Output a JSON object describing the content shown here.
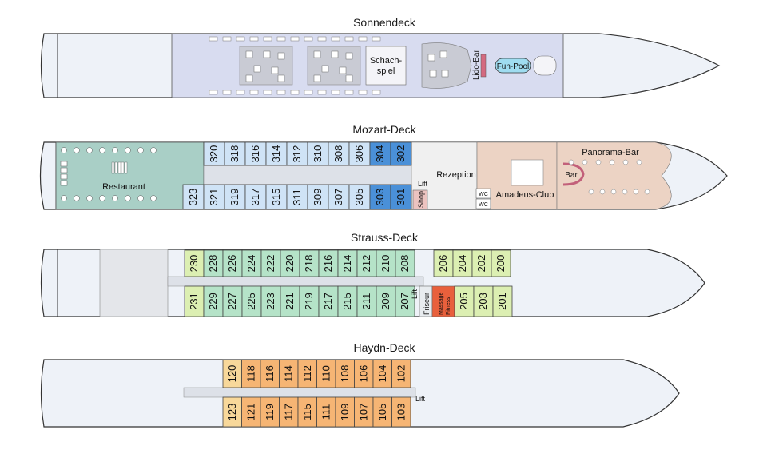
{
  "decks": {
    "sonnendeck": {
      "title": "Sonnendeck",
      "labels": {
        "schach": [
          "Schach-",
          "spiel"
        ],
        "lido_bar": "Lido-Bar",
        "fun_pool": "Fun-Pool"
      }
    },
    "mozart": {
      "title": "Mozart-Deck",
      "cabins_top": [
        "320",
        "318",
        "316",
        "314",
        "312",
        "310",
        "308",
        "306",
        "304",
        "302"
      ],
      "cabins_bottom": [
        "323",
        "321",
        "319",
        "317",
        "315",
        "311",
        "309",
        "307",
        "305",
        "303",
        "301"
      ],
      "labels": {
        "restaurant": "Restaurant",
        "rezeption": "Rezeption",
        "lift": "Lift",
        "shop": "Shop",
        "wc": "WC",
        "amadeus_club": "Amadeus-Club",
        "panorama_bar": "Panorama-Bar",
        "bar": "Bar"
      }
    },
    "strauss": {
      "title": "Strauss-Deck",
      "cabins_top": [
        "230",
        "228",
        "226",
        "224",
        "222",
        "220",
        "218",
        "216",
        "214",
        "212",
        "210",
        "208"
      ],
      "cabins_top_fwd": [
        "206",
        "204",
        "202",
        "200"
      ],
      "cabins_bottom": [
        "231",
        "229",
        "227",
        "225",
        "223",
        "221",
        "219",
        "217",
        "215",
        "211",
        "209",
        "207"
      ],
      "cabins_bottom_fwd": [
        "205",
        "203",
        "201"
      ],
      "labels": {
        "lift": "Lift",
        "friseur": "Friseur",
        "massage": [
          "Massage",
          "Fitness"
        ]
      }
    },
    "haydn": {
      "title": "Haydn-Deck",
      "cabins_top": [
        "120",
        "118",
        "116",
        "114",
        "112",
        "110",
        "108",
        "106",
        "104",
        "102"
      ],
      "cabins_bottom": [
        "123",
        "121",
        "119",
        "117",
        "115",
        "111",
        "109",
        "107",
        "105",
        "103"
      ],
      "labels": {
        "lift": "Lift"
      }
    }
  },
  "colors": {
    "hull": "#eef2f8",
    "hull_stroke": "#333333",
    "sun": "#d8dcf0",
    "restaurant": "#a9cfc6",
    "mozart_cabin": "#cfe3f6",
    "mozart_cabin_dark": "#4a90d8",
    "lounge": "#ecd3c4",
    "strauss_cabin": "#b5e3c8",
    "strauss_end": "#dcefb2",
    "haydn_cabin": "#f6b574",
    "haydn_end": "#f8d89a",
    "shop": "#ecc3c0",
    "massage": "#e8603c",
    "pool": "#9fdcf0"
  }
}
